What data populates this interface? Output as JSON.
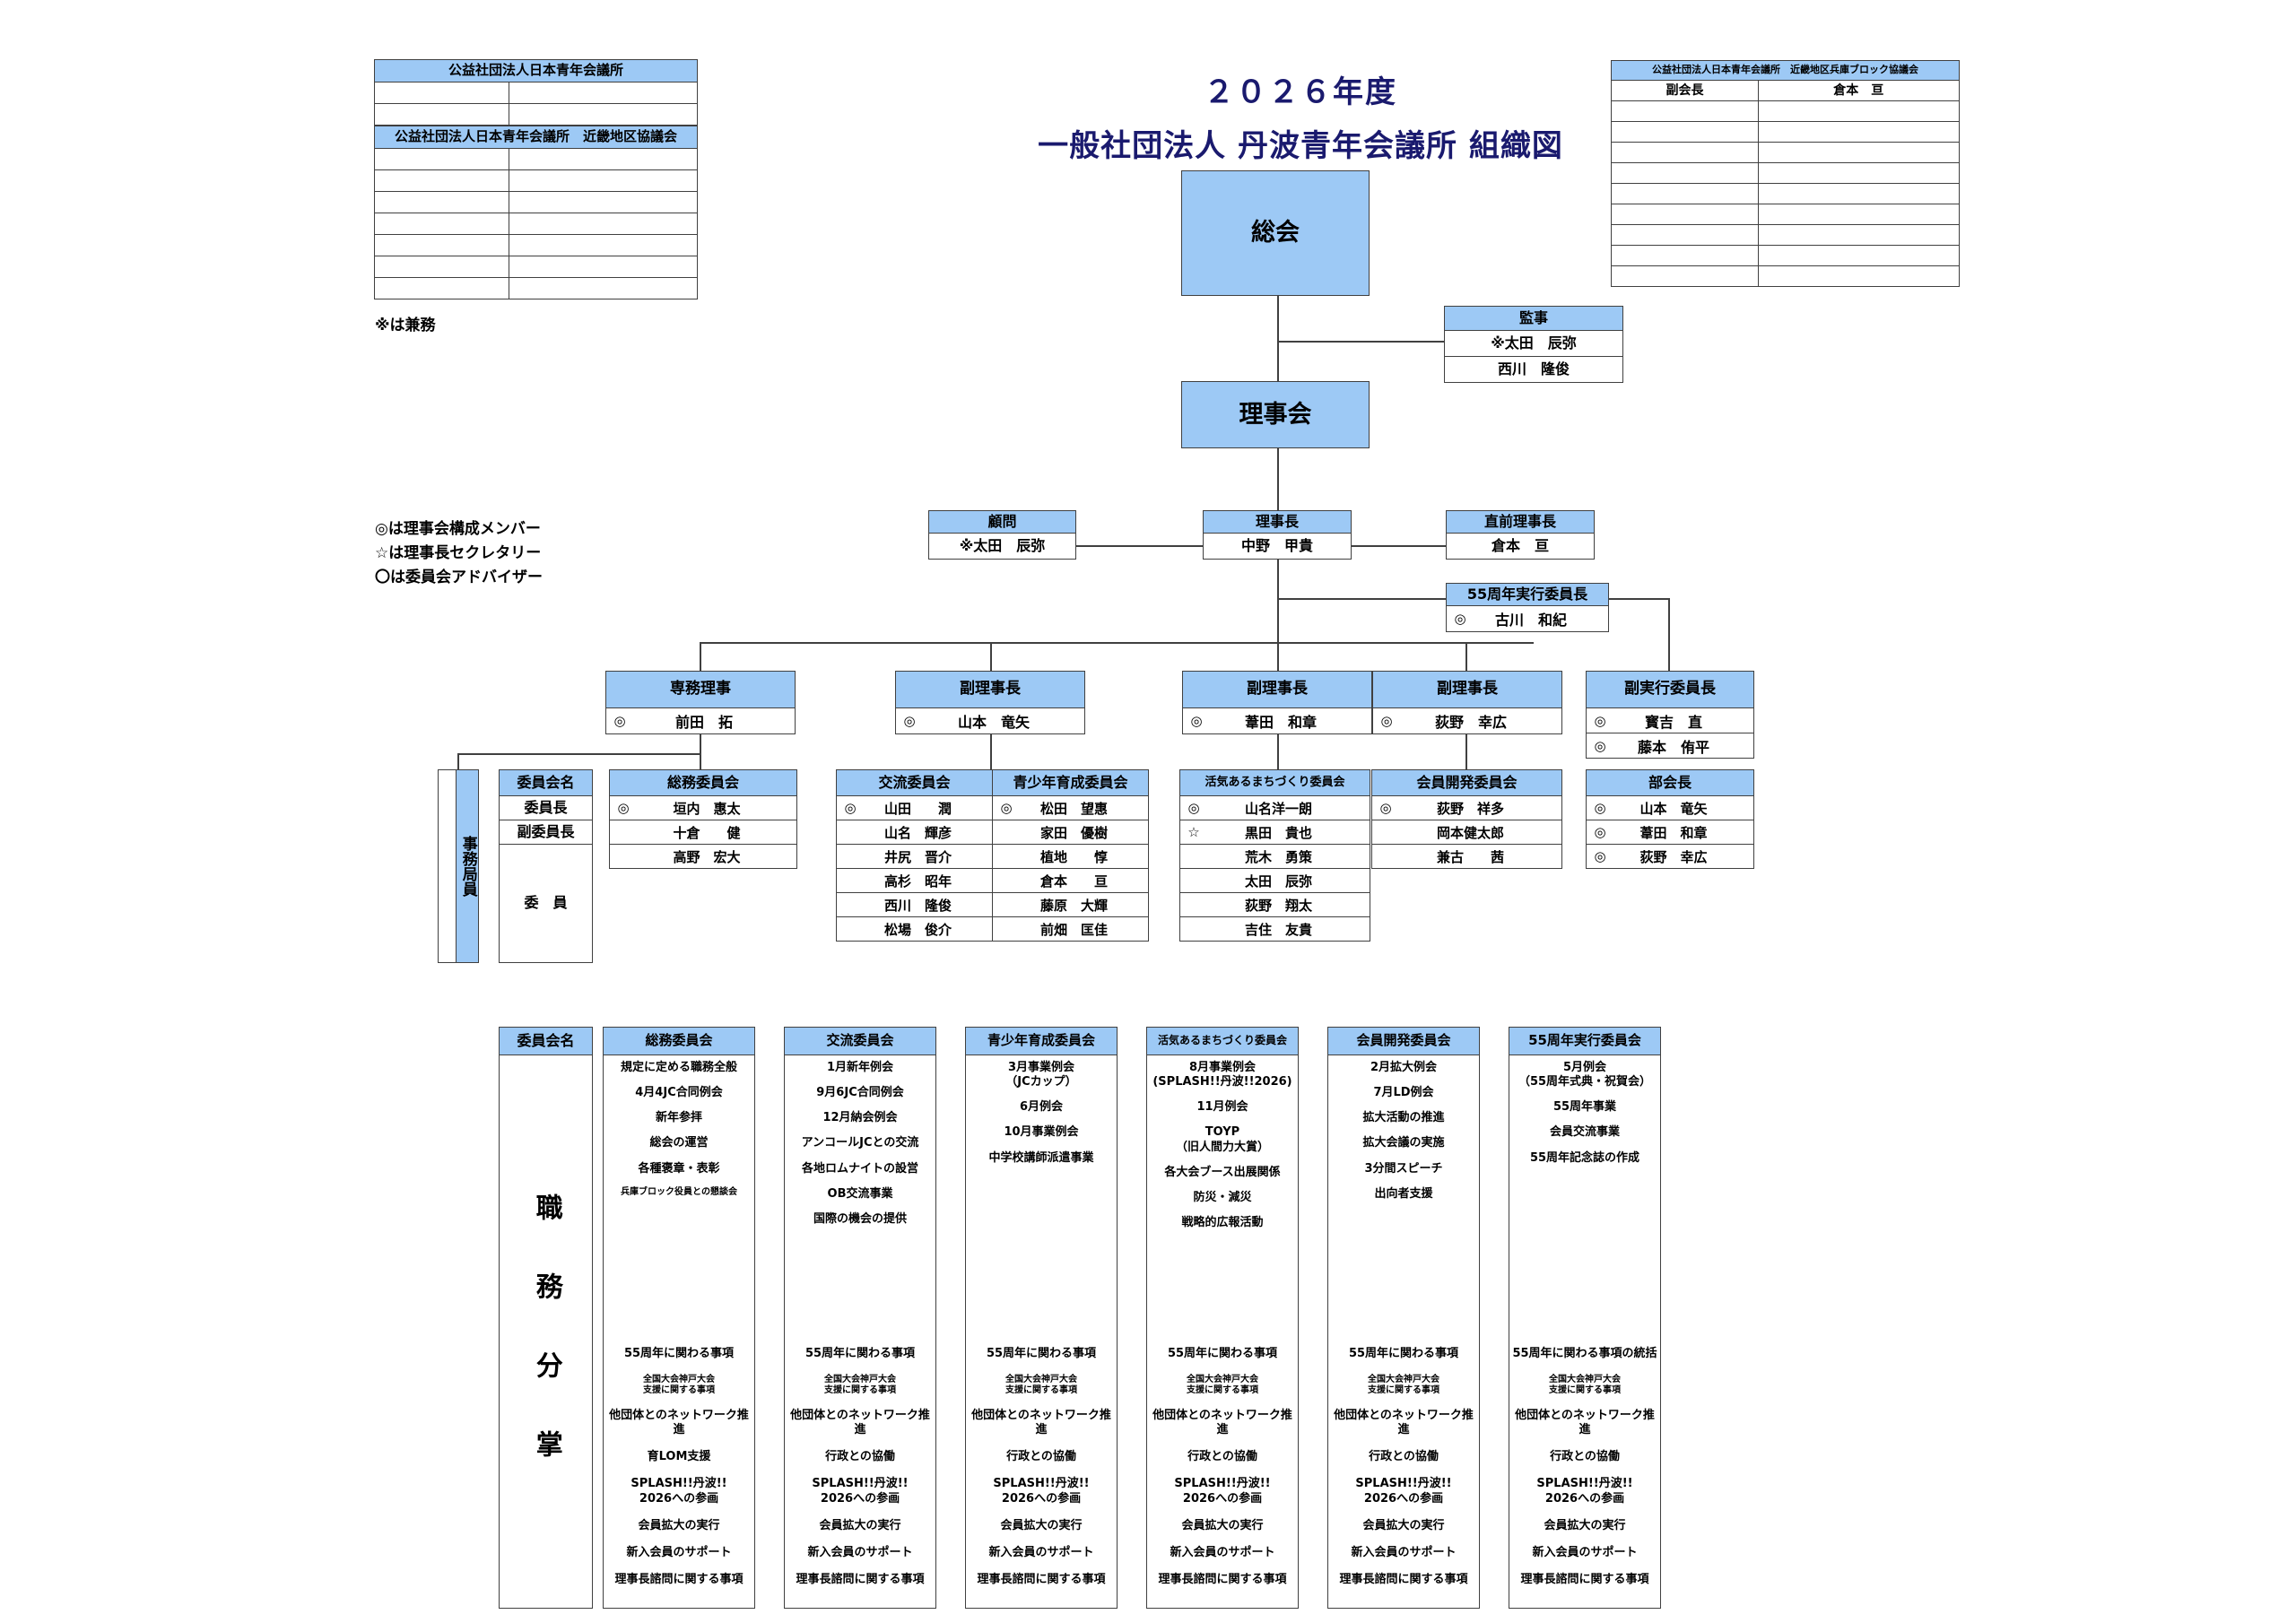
{
  "title": {
    "year": "２０２６年度",
    "main": "一般社団法人 丹波青年会議所 組織図"
  },
  "legend": {
    "kenmu": "※は兼務",
    "riji": "◎は理事会構成メンバー",
    "secretary": "☆は理事長セクレタリー",
    "advisor": "〇は委員会アドバイザー"
  },
  "top_left_table": {
    "header1": "公益社団法人日本青年会議所",
    "header2": "公益社団法人日本青年会議所　近畿地区協議会",
    "rows_block1": [
      {
        "role": "",
        "name": ""
      },
      {
        "role": "",
        "name": ""
      }
    ],
    "rows_block2": [
      {
        "role": "",
        "name": ""
      },
      {
        "role": "",
        "name": ""
      },
      {
        "role": "",
        "name": ""
      },
      {
        "role": "",
        "name": ""
      },
      {
        "role": "",
        "name": ""
      },
      {
        "role": "",
        "name": ""
      },
      {
        "role": "",
        "name": ""
      }
    ]
  },
  "top_right_table": {
    "header": "公益社団法人日本青年会議所　近畿地区兵庫ブロック協議会",
    "rows": [
      {
        "role": "副会長",
        "name": "倉本　亘"
      },
      {
        "role": "",
        "name": ""
      },
      {
        "role": "",
        "name": ""
      },
      {
        "role": "",
        "name": ""
      },
      {
        "role": "",
        "name": ""
      },
      {
        "role": "",
        "name": ""
      },
      {
        "role": "",
        "name": ""
      },
      {
        "role": "",
        "name": ""
      },
      {
        "role": "",
        "name": ""
      },
      {
        "role": "",
        "name": ""
      }
    ]
  },
  "org": {
    "soukai": "総会",
    "rijikai": "理事会",
    "kanji": {
      "header": "監事",
      "members": [
        "※太田　辰弥",
        "西川　隆俊"
      ]
    },
    "komon": {
      "header": "顧問",
      "name": "※太田　辰弥"
    },
    "rijicho": {
      "header": "理事長",
      "name": "中野　甲貴"
    },
    "chokuzen": {
      "header": "直前理事長",
      "name": "倉本　亘"
    },
    "anniv_chair": {
      "header": "55周年実行委員長",
      "mark": "◎",
      "name": "古川　和紀"
    },
    "senmu": {
      "header": "専務理事",
      "mark": "◎",
      "name": "前田　拓"
    },
    "fuku1": {
      "header": "副理事長",
      "mark": "◎",
      "name": "山本　竜矢"
    },
    "fuku2": {
      "header": "副理事長",
      "mark": "◎",
      "name": "葦田　和章"
    },
    "fuku3": {
      "header": "副理事長",
      "mark": "◎",
      "name": "荻野　幸広"
    },
    "fuku_exec": {
      "header": "副実行委員長",
      "members": [
        {
          "mark": "◎",
          "name": "寳吉　直"
        },
        {
          "mark": "◎",
          "name": "藤本　侑平"
        }
      ]
    },
    "bukaicho": {
      "header": "部会長",
      "members": [
        {
          "mark": "◎",
          "name": "山本　竜矢"
        },
        {
          "mark": "◎",
          "name": "葦田　和章"
        },
        {
          "mark": "◎",
          "name": "荻野　幸広"
        }
      ]
    },
    "jimukyoku": "事務局員",
    "role_legend": {
      "header": "委員会名",
      "rows": [
        "委員長",
        "副委員長"
      ],
      "member_label": "委　員"
    },
    "committees": [
      {
        "name": "総務委員会",
        "members": [
          {
            "mark": "◎",
            "name": "垣内　惠太"
          },
          {
            "mark": "",
            "name": "十倉　　健"
          },
          {
            "mark": "",
            "name": "高野　宏大"
          }
        ]
      },
      {
        "name": "交流委員会",
        "members": [
          {
            "mark": "◎",
            "name": "山田　　潤"
          },
          {
            "mark": "",
            "name": "山名　輝彦"
          },
          {
            "mark": "",
            "name": "井尻　晋介"
          },
          {
            "mark": "",
            "name": "高杉　昭年"
          },
          {
            "mark": "",
            "name": "西川　隆俊"
          },
          {
            "mark": "",
            "name": "松場　俊介"
          }
        ]
      },
      {
        "name": "青少年育成委員会",
        "members": [
          {
            "mark": "◎",
            "name": "松田　望惠"
          },
          {
            "mark": "",
            "name": "家田　優樹"
          },
          {
            "mark": "",
            "name": "植地　　惇"
          },
          {
            "mark": "",
            "name": "倉本　　亘"
          },
          {
            "mark": "",
            "name": "藤原　大輝"
          },
          {
            "mark": "",
            "name": "前畑　匡佳"
          }
        ]
      },
      {
        "name": "活気あるまちづくり委員会",
        "members": [
          {
            "mark": "◎",
            "name": "山名洋一朗"
          },
          {
            "mark": "☆",
            "name": "黒田　貴也"
          },
          {
            "mark": "",
            "name": "荒木　勇策"
          },
          {
            "mark": "",
            "name": "太田　辰弥"
          },
          {
            "mark": "",
            "name": "荻野　翔太"
          },
          {
            "mark": "",
            "name": "吉住　友貴"
          }
        ]
      },
      {
        "name": "会員開発委員会",
        "members": [
          {
            "mark": "◎",
            "name": "荻野　祥多"
          },
          {
            "mark": "",
            "name": "岡本健太郎"
          },
          {
            "mark": "",
            "name": "兼古　　茜"
          }
        ]
      }
    ]
  },
  "duty_table": {
    "row_header": "委員会名",
    "row_label": "職　務　分　掌",
    "columns": [
      {
        "name": "総務委員会",
        "specific": [
          {
            "text": "規定に定める職務全般",
            "small": false
          },
          {
            "text": "4月4JC合同例会",
            "small": false
          },
          {
            "text": "新年参拝",
            "small": false
          },
          {
            "text": "総会の運営",
            "small": false
          },
          {
            "text": "各種褒章・表彰",
            "small": false
          },
          {
            "text": "兵庫ブロック役員との懇談会",
            "small": true
          }
        ],
        "common": [
          {
            "text": "55周年に関わる事項",
            "small": false
          },
          {
            "text": "全国大会神戸大会\n支援に関する事項",
            "small": true
          },
          {
            "text": "他団体とのネットワーク推進",
            "small": false
          },
          {
            "text": "育LOM支援",
            "small": false
          },
          {
            "text": "SPLASH!!丹波!!\n2026への参画",
            "small": false
          },
          {
            "text": "会員拡大の実行",
            "small": false
          },
          {
            "text": "新入会員のサポート",
            "small": false
          },
          {
            "text": "理事長諮問に関する事項",
            "small": false
          }
        ]
      },
      {
        "name": "交流委員会",
        "specific": [
          {
            "text": "1月新年例会",
            "small": false
          },
          {
            "text": "9月6JC合同例会",
            "small": false
          },
          {
            "text": "12月納会例会",
            "small": false
          },
          {
            "text": "アンコールJCとの交流",
            "small": false
          },
          {
            "text": "各地ロムナイトの設営",
            "small": false
          },
          {
            "text": "OB交流事業",
            "small": false
          },
          {
            "text": "国際の機会の提供",
            "small": false
          }
        ],
        "common": [
          {
            "text": "55周年に関わる事項",
            "small": false
          },
          {
            "text": "全国大会神戸大会\n支援に関する事項",
            "small": true
          },
          {
            "text": "他団体とのネットワーク推進",
            "small": false
          },
          {
            "text": "行政との協働",
            "small": false
          },
          {
            "text": "SPLASH!!丹波!!\n2026への参画",
            "small": false
          },
          {
            "text": "会員拡大の実行",
            "small": false
          },
          {
            "text": "新入会員のサポート",
            "small": false
          },
          {
            "text": "理事長諮問に関する事項",
            "small": false
          }
        ]
      },
      {
        "name": "青少年育成委員会",
        "specific": [
          {
            "text": "3月事業例会\n（JCカップ）",
            "small": false
          },
          {
            "text": "6月例会",
            "small": false
          },
          {
            "text": "10月事業例会",
            "small": false
          },
          {
            "text": "中学校講師派遣事業",
            "small": false
          }
        ],
        "common": [
          {
            "text": "55周年に関わる事項",
            "small": false
          },
          {
            "text": "全国大会神戸大会\n支援に関する事項",
            "small": true
          },
          {
            "text": "他団体とのネットワーク推進",
            "small": false
          },
          {
            "text": "行政との協働",
            "small": false
          },
          {
            "text": "SPLASH!!丹波!!\n2026への参画",
            "small": false
          },
          {
            "text": "会員拡大の実行",
            "small": false
          },
          {
            "text": "新入会員のサポート",
            "small": false
          },
          {
            "text": "理事長諮問に関する事項",
            "small": false
          }
        ]
      },
      {
        "name": "活気あるまちづくり委員会",
        "specific": [
          {
            "text": "8月事業例会\n(SPLASH!!丹波!!2026)",
            "small": false
          },
          {
            "text": "11月例会",
            "small": false
          },
          {
            "text": "TOYP\n（旧人間力大賞）",
            "small": false
          },
          {
            "text": "各大会ブース出展関係",
            "small": false
          },
          {
            "text": "防災・減災",
            "small": false
          },
          {
            "text": "戦略的広報活動",
            "small": false
          }
        ],
        "common": [
          {
            "text": "55周年に関わる事項",
            "small": false
          },
          {
            "text": "全国大会神戸大会\n支援に関する事項",
            "small": true
          },
          {
            "text": "他団体とのネットワーク推進",
            "small": false
          },
          {
            "text": "行政との協働",
            "small": false
          },
          {
            "text": "SPLASH!!丹波!!\n2026への参画",
            "small": false
          },
          {
            "text": "会員拡大の実行",
            "small": false
          },
          {
            "text": "新入会員のサポート",
            "small": false
          },
          {
            "text": "理事長諮問に関する事項",
            "small": false
          }
        ]
      },
      {
        "name": "会員開発委員会",
        "specific": [
          {
            "text": "2月拡大例会",
            "small": false
          },
          {
            "text": "7月LD例会",
            "small": false
          },
          {
            "text": "拡大活動の推進",
            "small": false
          },
          {
            "text": "拡大会議の実施",
            "small": false
          },
          {
            "text": "3分間スピーチ",
            "small": false
          },
          {
            "text": "出向者支援",
            "small": false
          }
        ],
        "common": [
          {
            "text": "55周年に関わる事項",
            "small": false
          },
          {
            "text": "全国大会神戸大会\n支援に関する事項",
            "small": true
          },
          {
            "text": "他団体とのネットワーク推進",
            "small": false
          },
          {
            "text": "行政との協働",
            "small": false
          },
          {
            "text": "SPLASH!!丹波!!\n2026への参画",
            "small": false
          },
          {
            "text": "会員拡大の実行",
            "small": false
          },
          {
            "text": "新入会員のサポート",
            "small": false
          },
          {
            "text": "理事長諮問に関する事項",
            "small": false
          }
        ]
      },
      {
        "name": "55周年実行委員会",
        "specific": [
          {
            "text": "5月例会\n（55周年式典・祝賀会）",
            "small": false
          },
          {
            "text": "55周年事業",
            "small": false
          },
          {
            "text": "会員交流事業",
            "small": false
          },
          {
            "text": "55周年記念誌の作成",
            "small": false
          }
        ],
        "common": [
          {
            "text": "55周年に関わる事項の統括",
            "small": false
          },
          {
            "text": "全国大会神戸大会\n支援に関する事項",
            "small": true
          },
          {
            "text": "他団体とのネットワーク推進",
            "small": false
          },
          {
            "text": "行政との協働",
            "small": false
          },
          {
            "text": "SPLASH!!丹波!!\n2026への参画",
            "small": false
          },
          {
            "text": "会員拡大の実行",
            "small": false
          },
          {
            "text": "新入会員のサポート",
            "small": false
          },
          {
            "text": "理事長諮問に関する事項",
            "small": false
          }
        ]
      }
    ]
  },
  "colors": {
    "header_blue": "#9DC9F5",
    "border_gray": "#404040",
    "title_navy": "#1a1a6e"
  }
}
